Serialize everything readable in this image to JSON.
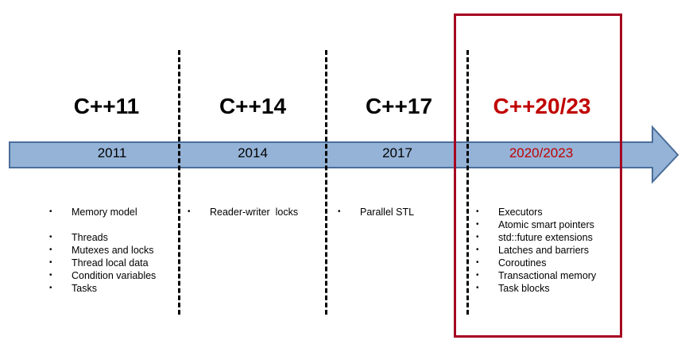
{
  "eras": [
    {
      "title": "C++11",
      "year": "2011",
      "items": [
        "Memory model",
        "Threads",
        "Mutexes and locks",
        "Thread local data",
        "Condition variables",
        "Tasks"
      ]
    },
    {
      "title": "C++14",
      "year": "2014",
      "items": [
        "Reader-writer  locks"
      ]
    },
    {
      "title": "C++17",
      "year": "2017",
      "items": [
        "Parallel STL"
      ]
    },
    {
      "title": "C++20/23",
      "year": "2020/2023",
      "items": [
        "Executors",
        "Atomic smart pointers",
        "std::future extensions",
        "Latches and barriers",
        "Coroutines",
        "Transactional memory",
        "Task blocks"
      ]
    }
  ],
  "colors": {
    "arrow_fill": "#95b3d7",
    "arrow_stroke": "#4a6e9a",
    "highlight": "#c00000",
    "highlight_box": "#a50021"
  }
}
